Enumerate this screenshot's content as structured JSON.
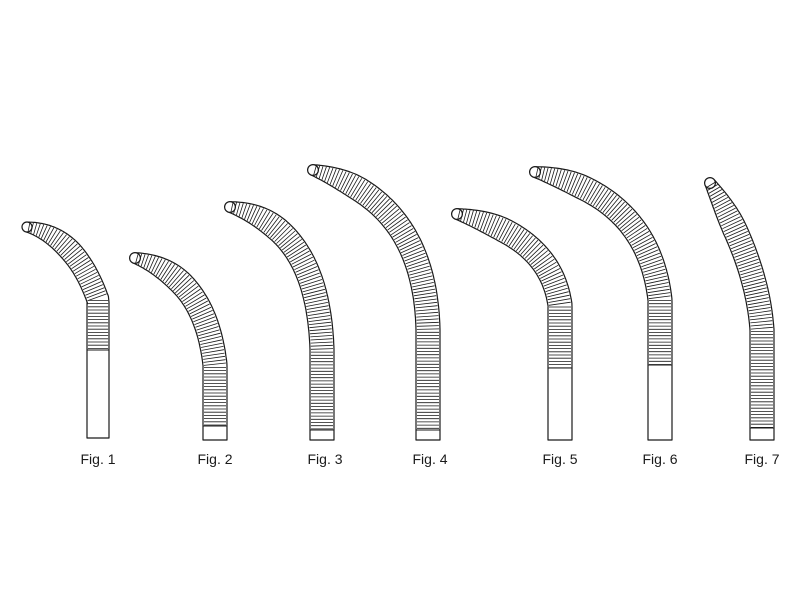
{
  "figures": [
    {
      "label": "Fig. 1"
    },
    {
      "label": "Fig. 2"
    },
    {
      "label": "Fig. 3"
    },
    {
      "label": "Fig. 4"
    },
    {
      "label": "Fig. 5"
    },
    {
      "label": "Fig. 6"
    },
    {
      "label": "Fig. 7"
    }
  ],
  "colors": {
    "ink": "#1a1a1a",
    "background": "#ffffff"
  }
}
